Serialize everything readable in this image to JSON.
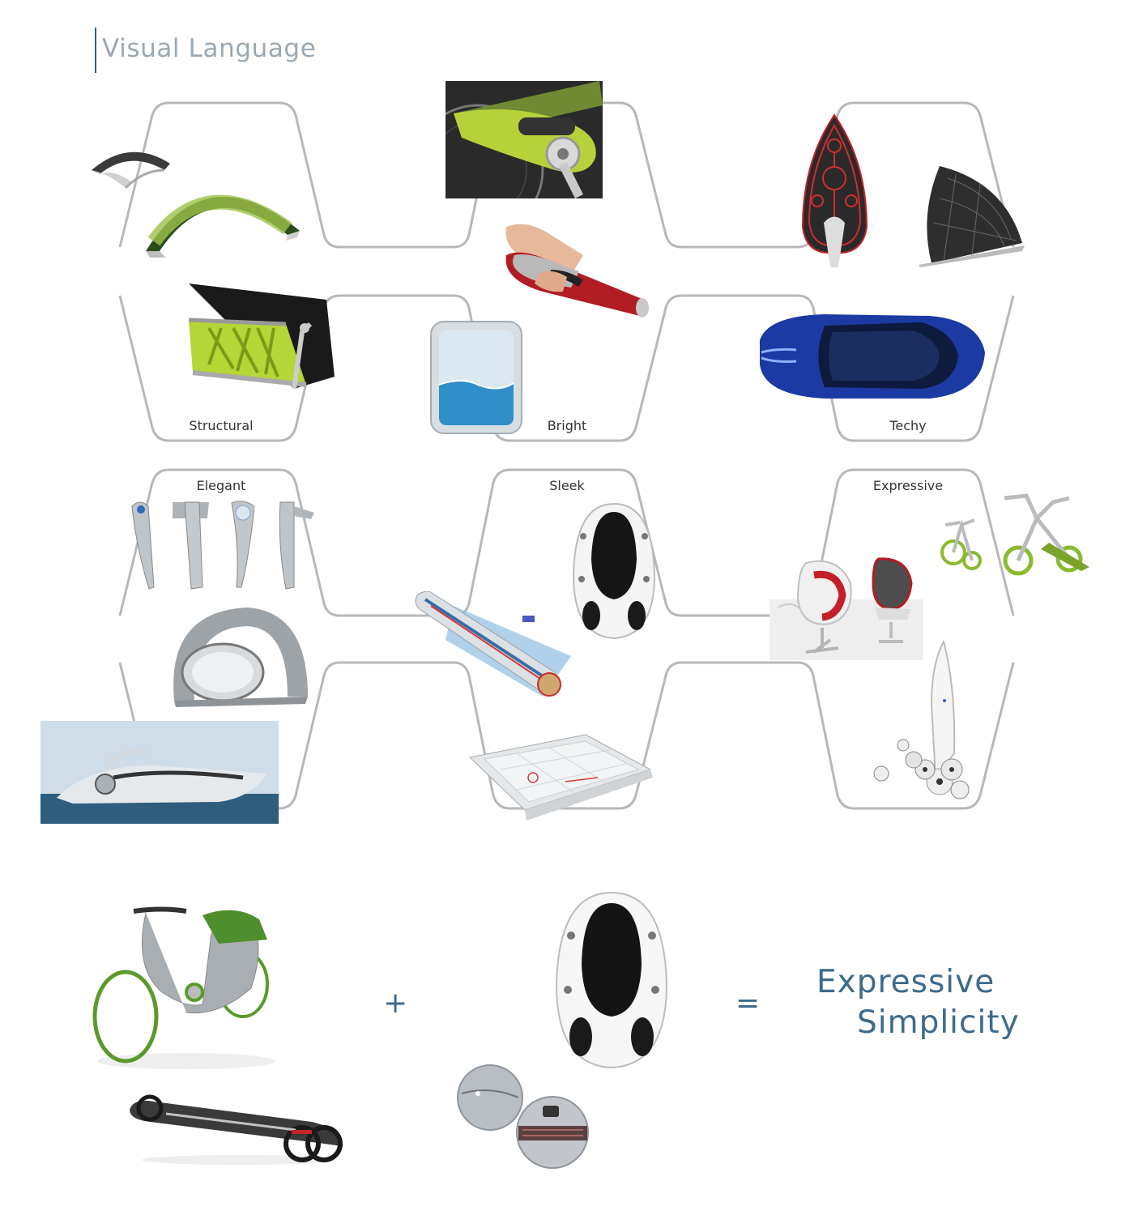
{
  "header": {
    "title": "Visual Language"
  },
  "categories": [
    {
      "id": "structural",
      "label": "Structural"
    },
    {
      "id": "bright",
      "label": "Bright"
    },
    {
      "id": "techy",
      "label": "Techy"
    },
    {
      "id": "elegant",
      "label": "Elegant"
    },
    {
      "id": "sleek",
      "label": "Sleek"
    },
    {
      "id": "expressive",
      "label": "Expressive"
    }
  ],
  "equation": {
    "plus": "+",
    "equals": "=",
    "result_line1": "Expressive",
    "result_line2": "Simplicity"
  },
  "colors": {
    "accent": "#3e6a8c",
    "title_gray": "#9aa8b3",
    "hex_outline": "#b5b5b5",
    "lime": "#a8c83a",
    "red": "#c8232c",
    "blue": "#1f3fa6"
  }
}
